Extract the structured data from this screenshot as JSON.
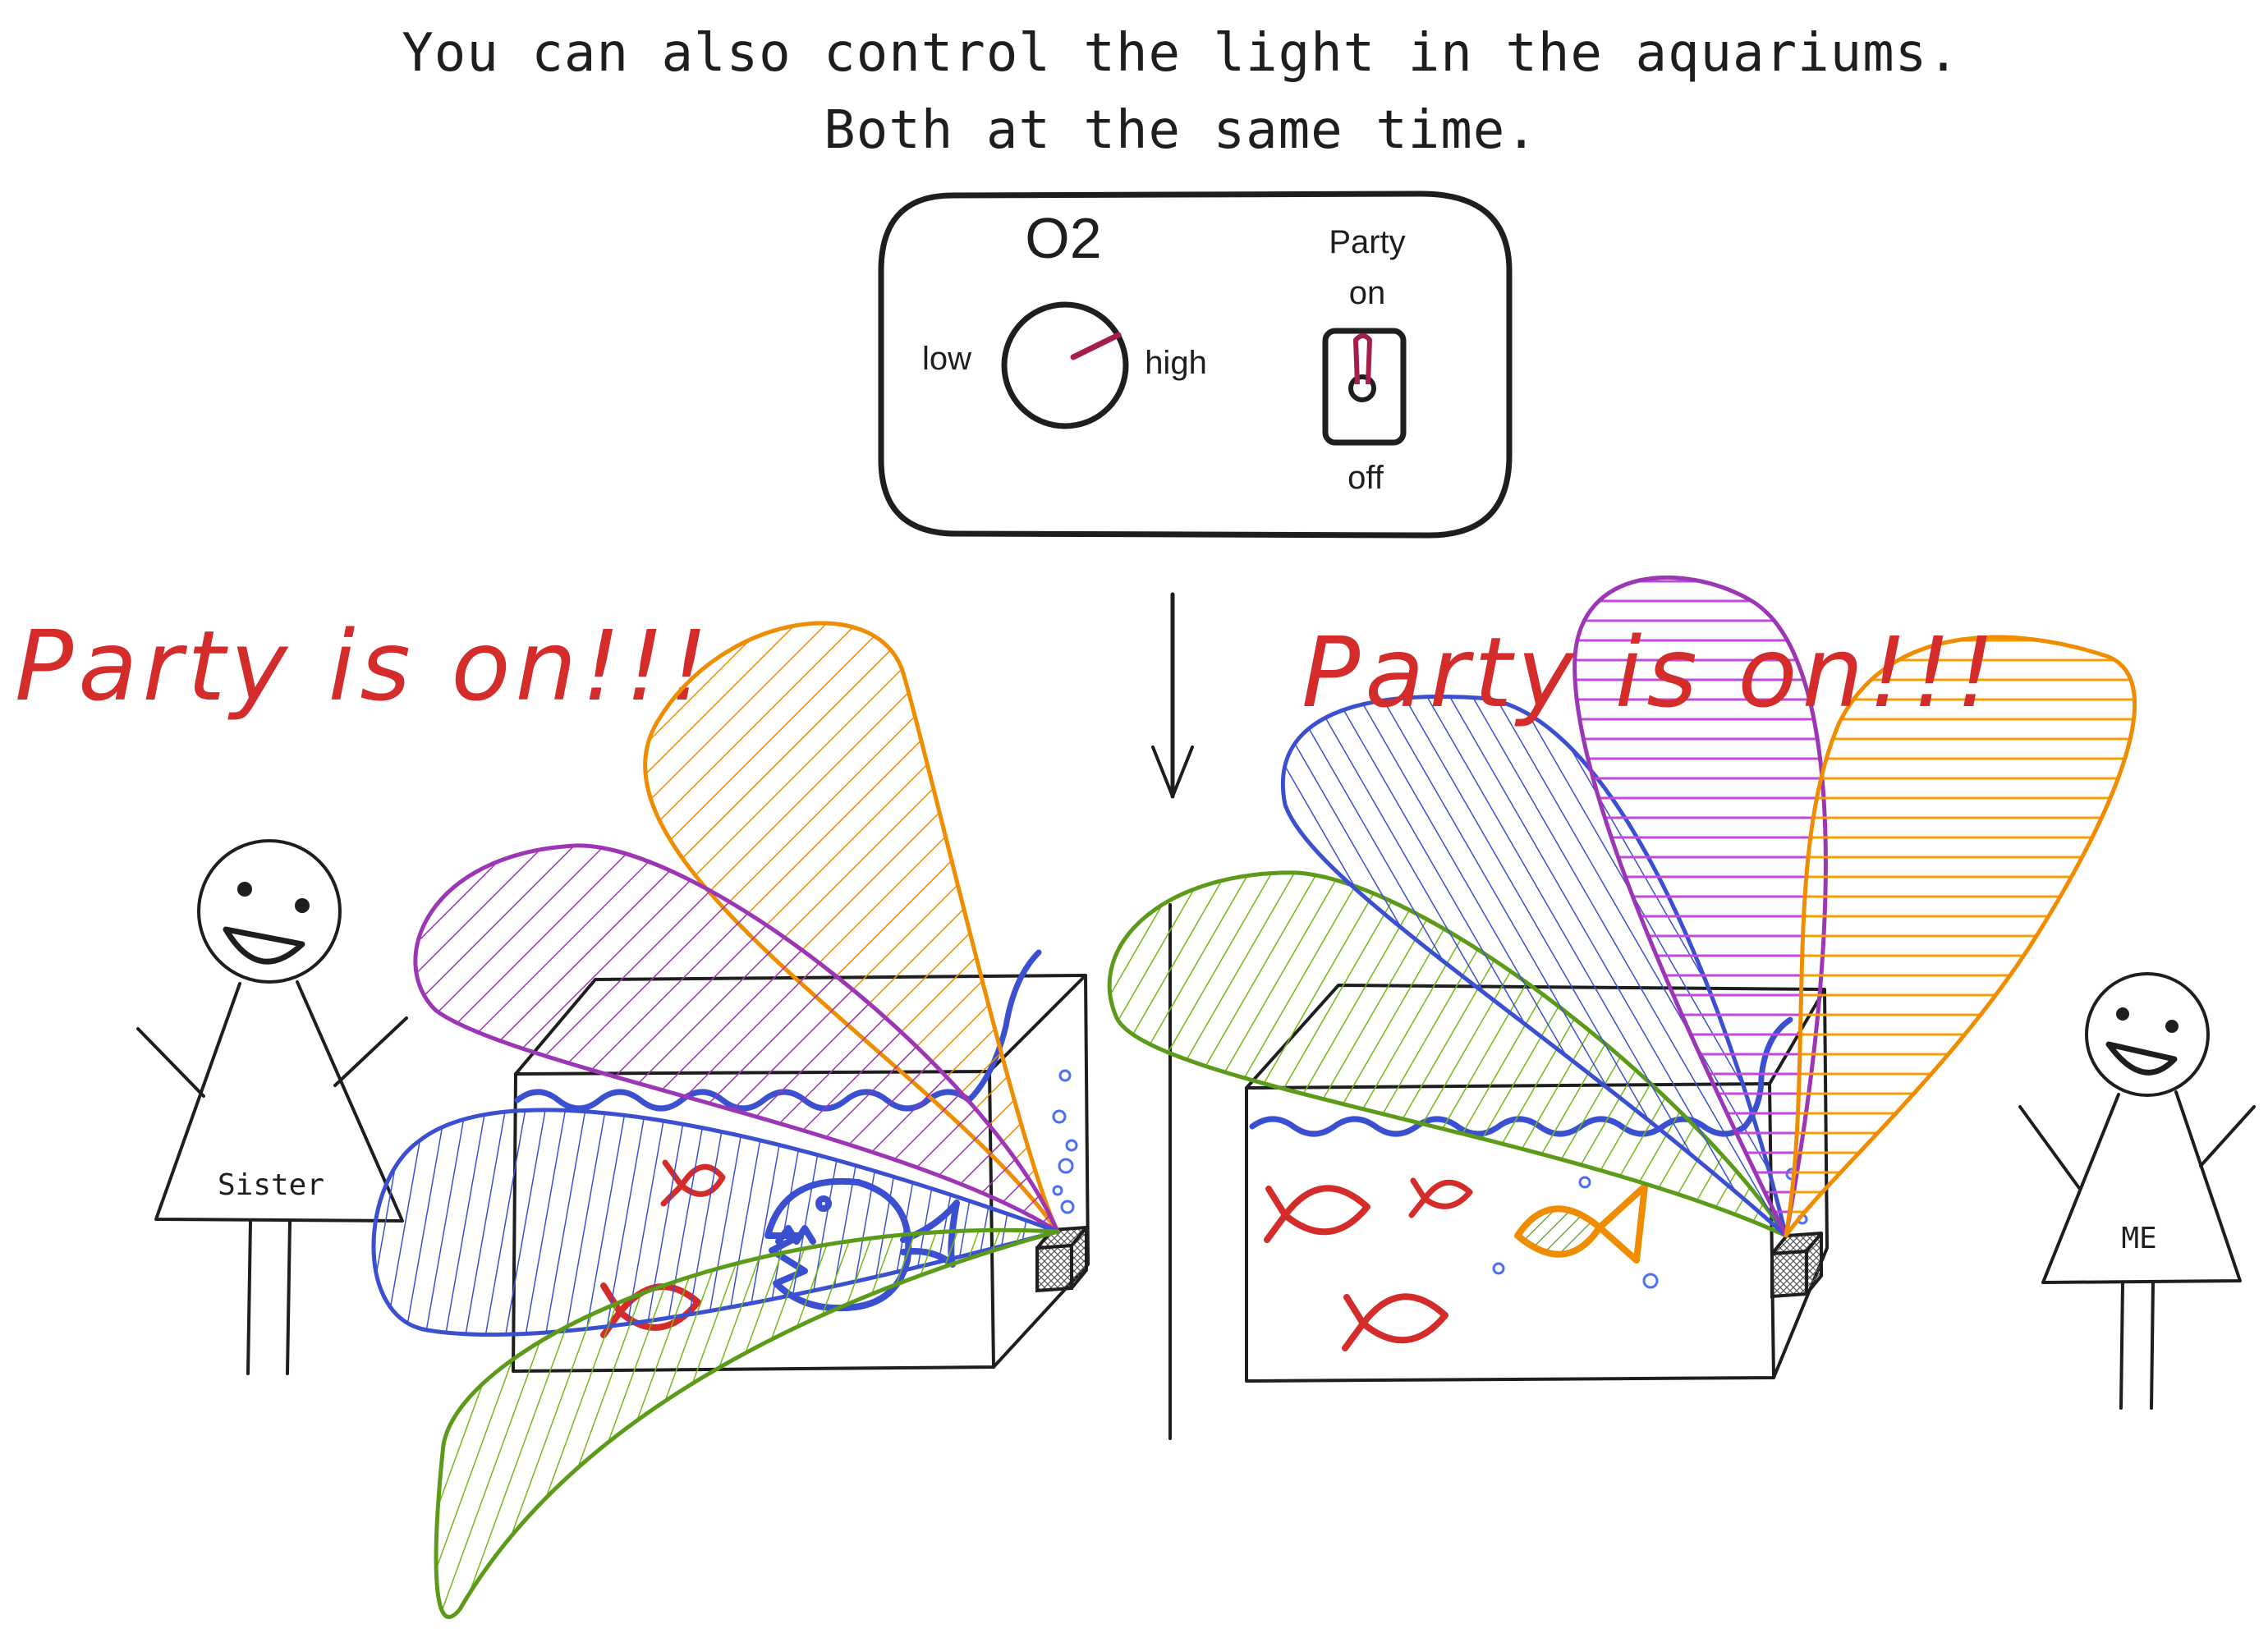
{
  "caption": {
    "line1": "You can also control the light in the aquariums.",
    "line2": "Both at the same time."
  },
  "control_panel": {
    "o2_label": "O2",
    "low_label": "low",
    "high_label": "high",
    "party_label": "Party",
    "on_label": "on",
    "off_label": "off",
    "knob_state": "high",
    "switch_state": "on"
  },
  "left_scene": {
    "banner": "Party is on!!!",
    "person_label": "Sister"
  },
  "right_scene": {
    "banner": "Party is on!!!",
    "person_label": "ME"
  },
  "colors": {
    "ink": "#1e1e1e",
    "banner_red": "#d42b2b",
    "fish_red": "#d42b2b",
    "beam_orange": "#f08c00",
    "beam_purple": "#9c36b5",
    "beam_blue": "#3b4fd1",
    "beam_green": "#5c9a1a",
    "switch_accent": "#a61e4d",
    "bubble_blue": "#4c6ef5"
  }
}
